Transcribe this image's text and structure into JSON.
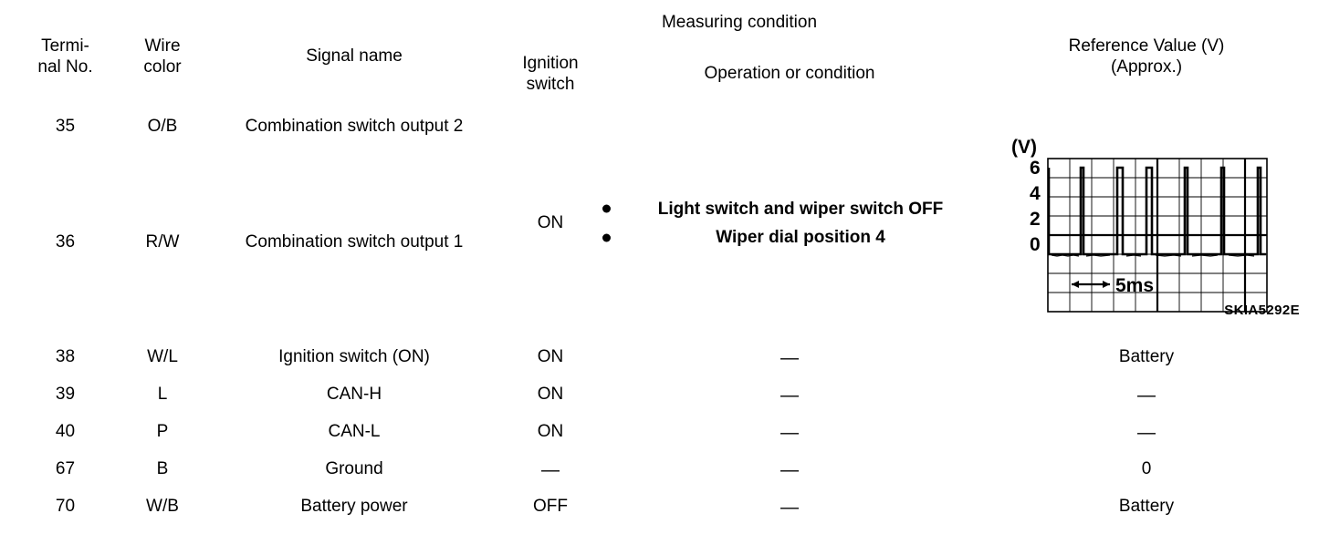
{
  "table": {
    "headers": {
      "terminal_no": "Termi-\nnal No.",
      "terminal_no_line1": "Termi-",
      "terminal_no_line2": "nal No.",
      "wire_color_line1": "Wire",
      "wire_color_line2": "color",
      "signal_name": "Signal name",
      "measuring_condition": "Measuring condition",
      "ignition_switch_line1": "Ignition",
      "ignition_switch_line2": "switch",
      "operation_or_condition": "Operation or condition",
      "reference_value_line1": "Reference Value (V)",
      "reference_value_line2": "(Approx.)"
    },
    "rows": [
      {
        "terminal_no": "35",
        "wire_color": "O/B",
        "signal_name": "Combination switch output 2",
        "ignition_switch": "ON",
        "operation_bullets": [
          "Light switch and wiper switch OFF",
          "Wiper dial position 4"
        ],
        "reference_value": "waveform"
      },
      {
        "terminal_no": "36",
        "wire_color": "R/W",
        "signal_name": "Combination switch output 1",
        "ignition_switch": "",
        "operation_bullets": [],
        "reference_value": ""
      },
      {
        "terminal_no": "38",
        "wire_color": "W/L",
        "signal_name": "Ignition switch (ON)",
        "ignition_switch": "ON",
        "operation_or_condition": "—",
        "reference_value": "Battery"
      },
      {
        "terminal_no": "39",
        "wire_color": "L",
        "signal_name": "CAN-H",
        "ignition_switch": "ON",
        "operation_or_condition": "—",
        "reference_value": "—"
      },
      {
        "terminal_no": "40",
        "wire_color": "P",
        "signal_name": "CAN-L",
        "ignition_switch": "ON",
        "operation_or_condition": "—",
        "reference_value": "—"
      },
      {
        "terminal_no": "67",
        "wire_color": "B",
        "signal_name": "Ground",
        "ignition_switch": "—",
        "operation_or_condition": "—",
        "reference_value": "0"
      },
      {
        "terminal_no": "70",
        "wire_color": "W/B",
        "signal_name": "Battery power",
        "ignition_switch": "OFF",
        "operation_or_condition": "—",
        "reference_value": "Battery"
      }
    ]
  },
  "waveform": {
    "figure_id": "SKIA5292E",
    "y_axis_unit": "(V)",
    "y_ticks": [
      "6",
      "4",
      "2",
      "0"
    ],
    "time_scale_label": "5ms",
    "grid_columns": 10,
    "grid_rows": 8,
    "description": "Pulse train, baseline 0 V with periodic rising pulses to approximately 6 V",
    "chart_data": {
      "type": "line",
      "title": "",
      "xlabel": "",
      "ylabel": "(V)",
      "ylim": [
        -4,
        6
      ],
      "y_ticks": [
        0,
        2,
        4,
        6
      ],
      "x_division_ms": 5,
      "grid": true,
      "baseline_v": 0,
      "pulse_high_v": 6,
      "pulse_positions_div": [
        0.05,
        1.6,
        3.2,
        4.4,
        6.2,
        7.9,
        9.6
      ],
      "pulse_widths_div": [
        0.12,
        0.12,
        0.22,
        0.22,
        0.12,
        0.12,
        0.12
      ]
    }
  },
  "colors": {
    "ink": "#000000",
    "paper": "#ffffff"
  }
}
